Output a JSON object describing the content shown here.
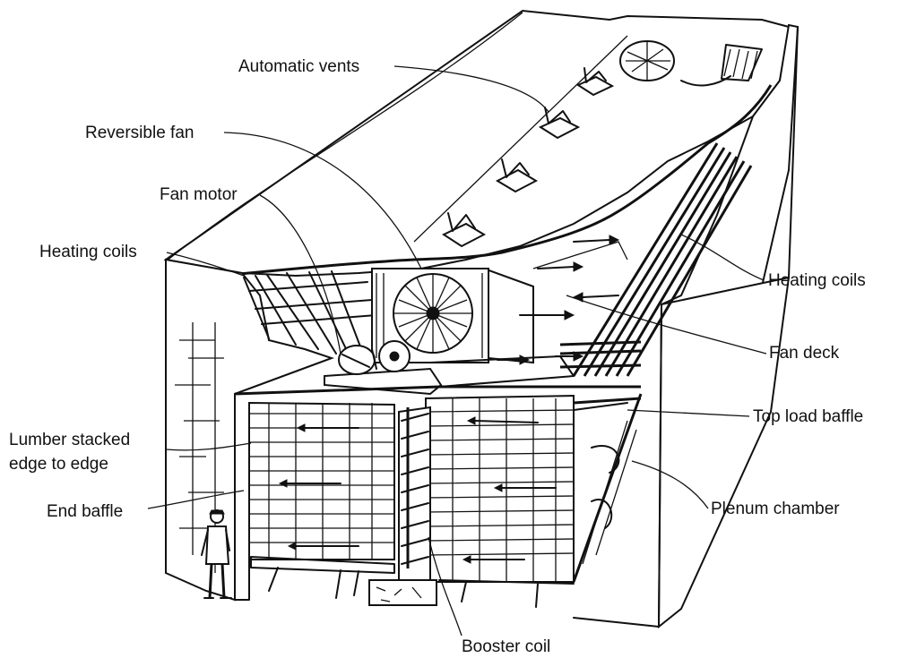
{
  "labels": {
    "automatic_vents": "Automatic  vents",
    "reversible_fan": "Reversible fan",
    "fan_motor": "Fan motor",
    "heating_coils_left": "Heating coils",
    "heating_coils_right": "Heating coils",
    "fan_deck": "Fan deck",
    "top_load_baffle": "Top load baffle",
    "lumber_line1": "Lumber stacked",
    "lumber_line2": "edge to edge",
    "end_baffle": "End baffle",
    "plenum_chamber": "Plenum chamber",
    "booster_coil": "Booster coil"
  }
}
